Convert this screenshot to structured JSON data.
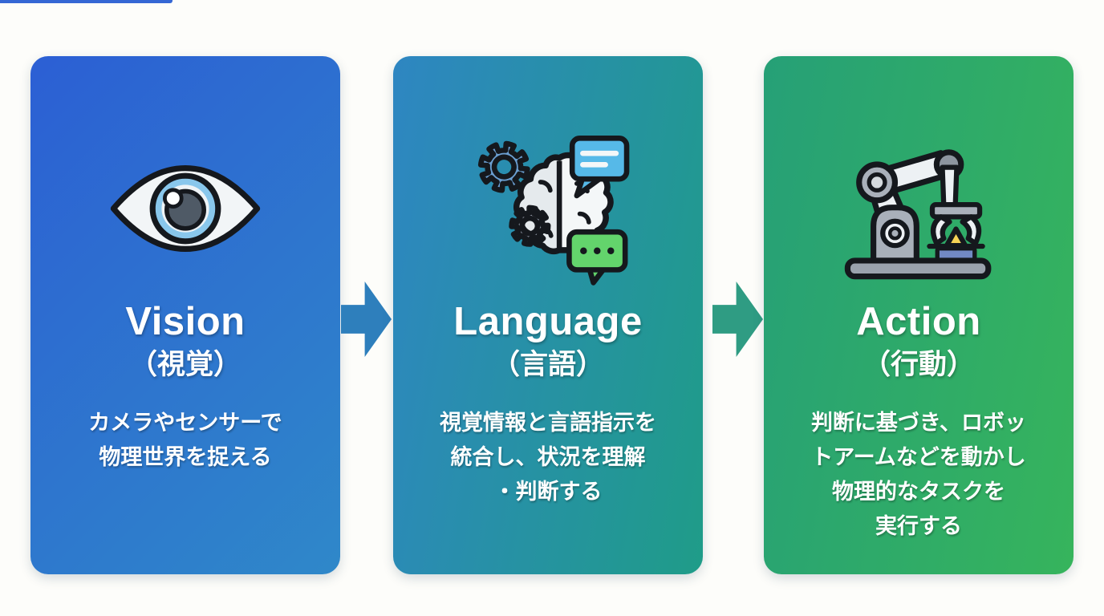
{
  "page": {
    "background": "#fdfdfa",
    "top_strip_color": "#3567d4"
  },
  "cards": [
    {
      "id": "vision",
      "title": "Vision",
      "subtitle": "（視覚）",
      "desc_lines": [
        "カメラやセンサーで",
        "物理世界を捉える"
      ],
      "icon": "eye-icon",
      "gradient_angle": 135,
      "gradient_start": "#2c5fd4",
      "gradient_end": "#2f88c9"
    },
    {
      "id": "language",
      "title": "Language",
      "subtitle": "（言語）",
      "desc_lines": [
        "視覚情報と言語指示を",
        "統合し、状況を理解",
        "・判断する"
      ],
      "icon": "brain-gears-chat-icon",
      "gradient_angle": 100,
      "gradient_start": "#2e86c2",
      "gradient_end": "#1f9c88"
    },
    {
      "id": "action",
      "title": "Action",
      "subtitle": "（行動）",
      "desc_lines": [
        "判断に基づき、ロボッ",
        "トアームなどを動かし",
        "物理的なタスクを",
        "実行する"
      ],
      "icon": "robot-arm-icon",
      "gradient_angle": 100,
      "gradient_start": "#26a077",
      "gradient_end": "#36b45c"
    }
  ],
  "arrows": [
    {
      "icon": "arrow-right-icon",
      "color": "#2e7fbc"
    },
    {
      "icon": "arrow-right-icon",
      "color": "#2f9c83"
    }
  ],
  "icon_colors": {
    "outline": "#15181d",
    "eye_sclera": "#f2f5f7",
    "eye_iris": "#89c7ec",
    "eye_pupil": "#4f5a66",
    "brain_left": "#e5eaed",
    "brain_right": "#f4f7f8",
    "gear_blue": "#6b9fd2",
    "gear_gray": "#99a0ae",
    "bubble_blue": "#56b9e8",
    "bubble_green": "#63d46c",
    "robot_gray": "#a9b0ba",
    "robot_light": "#edf1f4",
    "robot_triangle": "#f6d355",
    "robot_box": "#7289c4"
  }
}
